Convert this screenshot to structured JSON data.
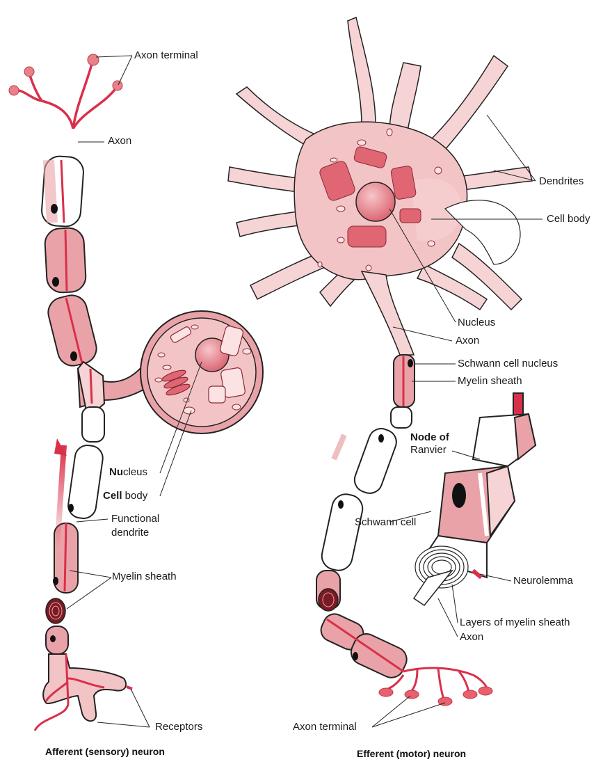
{
  "colors": {
    "pink": "#e9a3a8",
    "light_pink": "#f6d3d4",
    "red": "#d9304a",
    "dark_red": "#7a1a22",
    "outline": "#222222"
  },
  "left_neuron": {
    "caption": "Afferent (sensory) neuron",
    "labels": {
      "axon_terminal": "Axon terminal",
      "axon": "Axon",
      "nucleus_bold": "Nu",
      "nucleus_rest": "cleus",
      "cell_body_bold": "Cell",
      "cell_body_rest": " body",
      "functional_dendrite_1": "Functional",
      "functional_dendrite_2": "dendrite",
      "myelin_sheath": "Myelin sheath",
      "receptors": "Receptors"
    }
  },
  "right_neuron": {
    "caption": "Efferent (motor) neuron",
    "labels": {
      "dendrites": "Dendrites",
      "cell_body": "Cell body",
      "nucleus": "Nucleus",
      "axon": "Axon",
      "schwann_cell_nucleus": "Schwann cell nucleus",
      "myelin_sheath": "Myelin sheath",
      "node_of": "Node of",
      "ranvier": "Ranvier",
      "schwann_cell": "Schwann cell",
      "neurolemma": "Neurolemma",
      "layers_of_myelin_sheath": "Layers of myelin sheath",
      "axon_inset": "Axon",
      "axon_terminal": "Axon terminal"
    }
  }
}
